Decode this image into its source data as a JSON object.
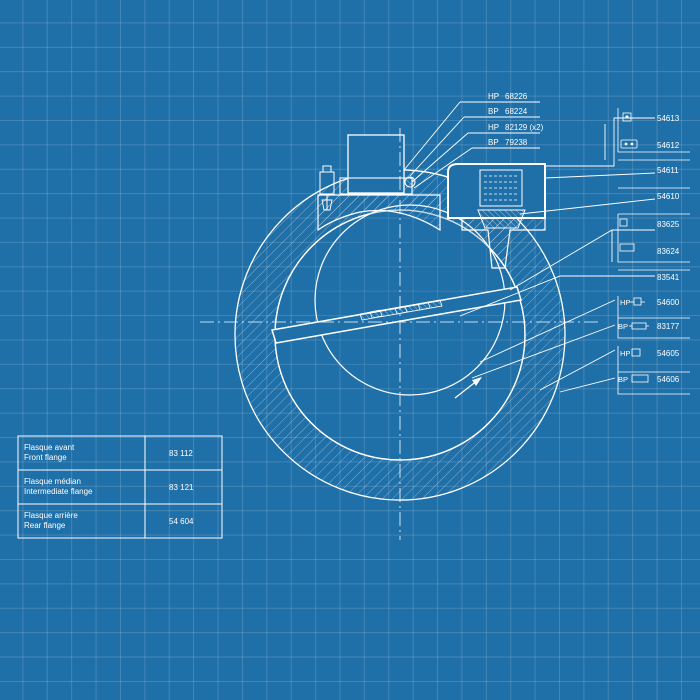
{
  "callouts_top": [
    {
      "prefix": "HP",
      "code": "68226"
    },
    {
      "prefix": "BP",
      "code": "68224"
    },
    {
      "prefix": "HP",
      "code": "82129 (x2)"
    },
    {
      "prefix": "BP",
      "code": "79238"
    }
  ],
  "callouts_right": [
    {
      "code": "54613"
    },
    {
      "code": "54612"
    },
    {
      "code": "54611"
    },
    {
      "code": "54610"
    },
    {
      "code": "83625"
    },
    {
      "code": "83624"
    },
    {
      "code": "83541"
    },
    {
      "prefix": "HP",
      "code": "54600"
    },
    {
      "prefix": "BP",
      "code": "83177"
    },
    {
      "prefix": "HP",
      "code": "54605"
    },
    {
      "prefix": "BP",
      "code": "54606"
    }
  ],
  "table": {
    "rows": [
      {
        "fr": "Flasque avant",
        "en": "Front flange",
        "code": "83 112"
      },
      {
        "fr": "Flasque médian",
        "en": "Intermediate flange",
        "code": "83 121"
      },
      {
        "fr": "Flasque arrière",
        "en": "Rear flange",
        "code": "54 604"
      }
    ]
  },
  "colors": {
    "background": "#1f6fa8",
    "line": "#ffffff",
    "grid": "rgba(255,255,255,0.16)"
  }
}
